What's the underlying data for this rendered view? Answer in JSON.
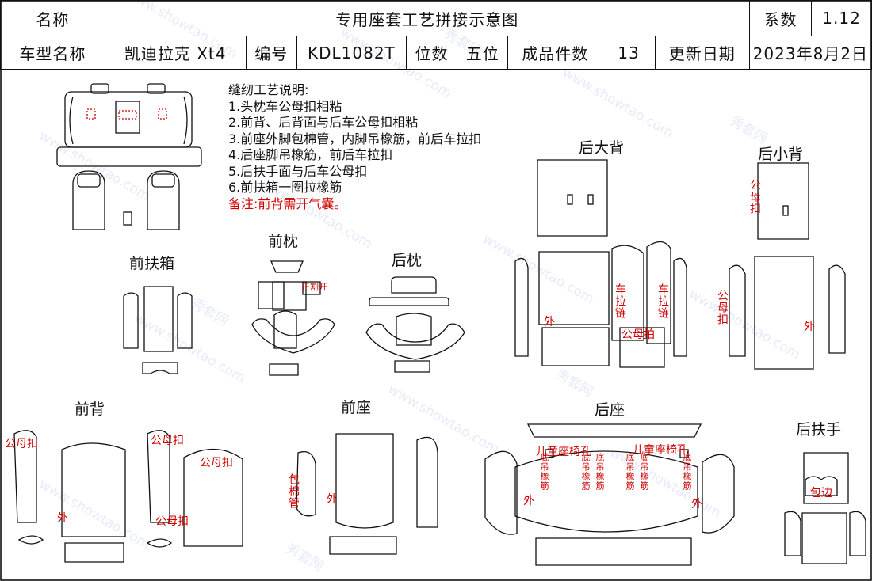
{
  "header": {
    "name_label": "名称",
    "title": "专用座套工艺拼接示意图",
    "coef_label": "系数",
    "coef_value": "1.12",
    "model_label": "车型名称",
    "model_value": "凯迪拉克 Xt4",
    "code_label": "编号",
    "code_value": "KDL1082T",
    "seats_label": "位数",
    "seats_value": "五位",
    "pieces_label": "成品件数",
    "pieces_value": "13",
    "date_label": "更新日期",
    "date_value": "2023年8月2日"
  },
  "notes": {
    "title": "缝纫工艺说明:",
    "items": [
      "1.头枕车公母扣相粘",
      "2.前背、后背面与后车公母扣相粘",
      "3.前座外脚包棉管，内脚吊橡筋，前后车拉扣",
      "4.后座脚吊橡筋，前后车拉扣",
      "5.后扶手面与后车公母扣",
      "6.前扶箱一圈拉橡筋"
    ],
    "remark": "备注:前背需开气囊。"
  },
  "sections": {
    "front_armbox": "前扶箱",
    "front_headrest": "前枕",
    "rear_headrest": "后枕",
    "rear_big_back": "后大背",
    "rear_small_back": "后小背",
    "front_back": "前背",
    "front_seat": "前座",
    "rear_seat": "后座",
    "rear_armrest": "后扶手"
  },
  "annotations": {
    "gmk": "公母扣",
    "outer": "外",
    "zipper": "车拉链",
    "gmk_short": "公母拍",
    "side_open": "正割开",
    "cotton": "包棉管",
    "child_seat": "儿童座椅孔",
    "bottom_band": "底吊橡筋",
    "wrap_edge": "包边"
  },
  "watermark": [
    "秀套网",
    "www.showtao.com"
  ]
}
